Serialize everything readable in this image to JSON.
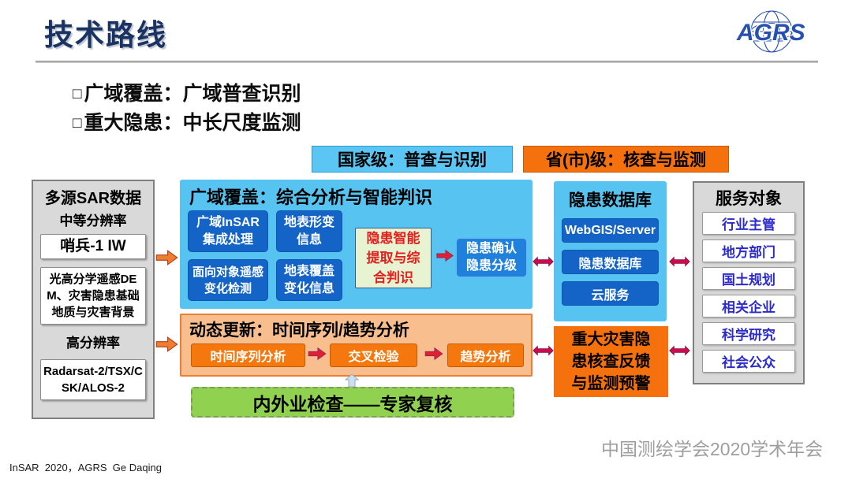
{
  "slide": {
    "title": "技术路线",
    "logo_text": "AGRS",
    "bullets": [
      {
        "marker": "□",
        "text": "广域覆盖：广域普查识别"
      },
      {
        "marker": "□",
        "text": "重大隐患：中长尺度监测"
      }
    ],
    "footer_left": "InSAR  2020，AGRS  Ge Daqing",
    "footer_right": "中国测绘学会2020学术年会"
  },
  "top_labels": {
    "national": "国家级：普查与识别",
    "provincial": "省(市)级：核查与监测"
  },
  "sar_panel": {
    "title": "多源SAR数据",
    "mid_res_label": "中等分辨率",
    "sentinel_item": "哨兵-1 IW",
    "aux_item": "光高分学遥感DEM、灾害隐患基础地质与灾害背景",
    "high_res_label": "高分辨率",
    "radarsat_item": "Radarsat-2/TSX/CSK/ALOS-2"
  },
  "coverage_panel": {
    "title": "广域覆盖：综合分析与智能判识",
    "insar_box": "广域InSAR集成处理",
    "deform_box": "地表形变信息",
    "object_box": "面向对象遥感变化检测",
    "landcover_box": "地表覆盖变化信息",
    "extract_box": "隐患智能提取与综合判识",
    "confirm_box": "隐患确认隐患分级"
  },
  "dynamic_panel": {
    "title": "动态更新：时间序列/趋势分析",
    "steps": [
      "时间序列分析",
      "交叉检验",
      "趋势分析"
    ]
  },
  "review_box": "内外业检查——专家复核",
  "database_panel": {
    "title": "隐患数据库",
    "items": [
      "WebGIS/Server",
      "隐患数据库",
      "云服务"
    ]
  },
  "feedback_box": "重大灾害隐患核查反馈与监测预警",
  "service_panel": {
    "title": "服务对象",
    "items": [
      "行业主管",
      "地方部门",
      "国土规划",
      "相关企业",
      "科学研究",
      "社会公众"
    ]
  },
  "colors": {
    "title_navy": "#1B3361",
    "light_blue": "#56C3F1",
    "dark_blue": "#1464C8",
    "mid_blue": "#1F81DC",
    "orange": "#F4710D",
    "light_orange": "#F9BE8E",
    "green": "#90D150",
    "yellow_green": "#E7F3D1",
    "red_text": "#E3201F",
    "panel_gray": "#D9D9D9",
    "service_blue": "#2B2BCB",
    "arrow_red": "#CE0A4E",
    "arrow_orange": "#ED7D31"
  }
}
